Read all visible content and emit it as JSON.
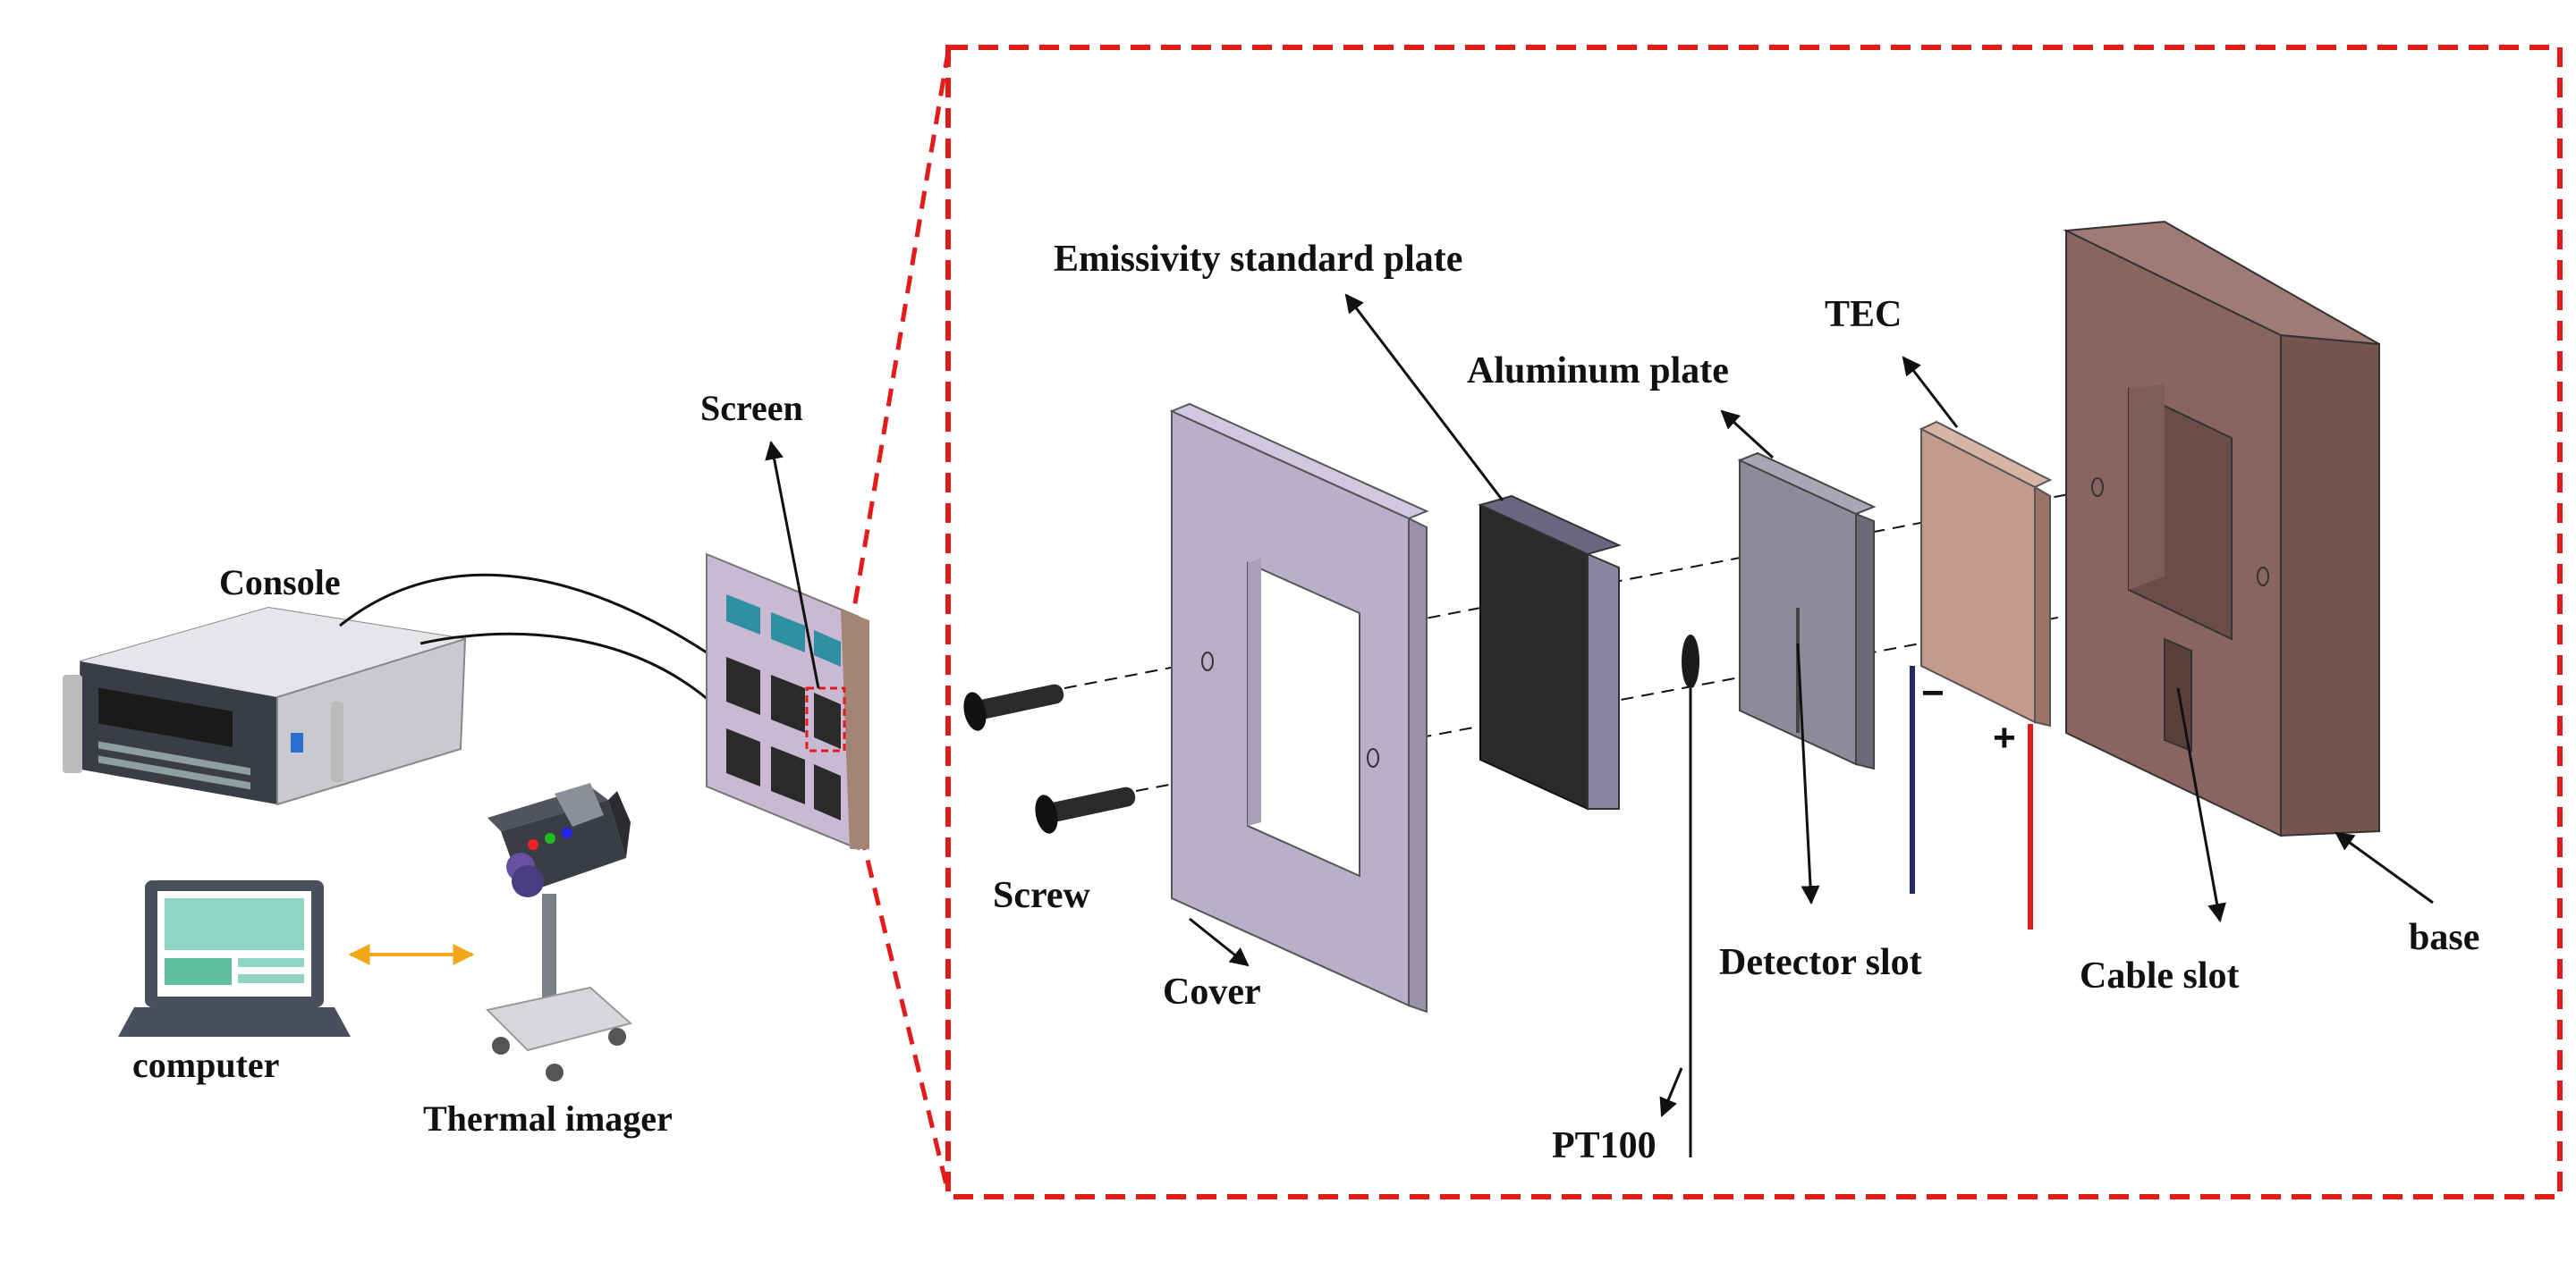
{
  "labels": {
    "console": "Console",
    "screen": "Screen",
    "computer": "computer",
    "thermal_imager": "Thermal imager",
    "emissivity_standard_plate": "Emissivity standard plate",
    "aluminum_plate": "Aluminum plate",
    "tec": "TEC",
    "screw": "Screw",
    "cover": "Cover",
    "pt100": "PT100",
    "detector_slot": "Detector slot",
    "cable_slot": "Cable slot",
    "base": "base",
    "minus": "−",
    "plus": "+"
  },
  "colors": {
    "zoom_frame": "#e21b1b",
    "cover": "#b8b0c8",
    "emissivity_plate": "#2a2a2a",
    "aluminum_plate": "#8e8a9a",
    "tec": "#c49a8c",
    "base": "#8a6560",
    "wire_negative": "#1f2a66",
    "wire_positive": "#e01b1b",
    "link_arrow": "#f2a81a"
  }
}
